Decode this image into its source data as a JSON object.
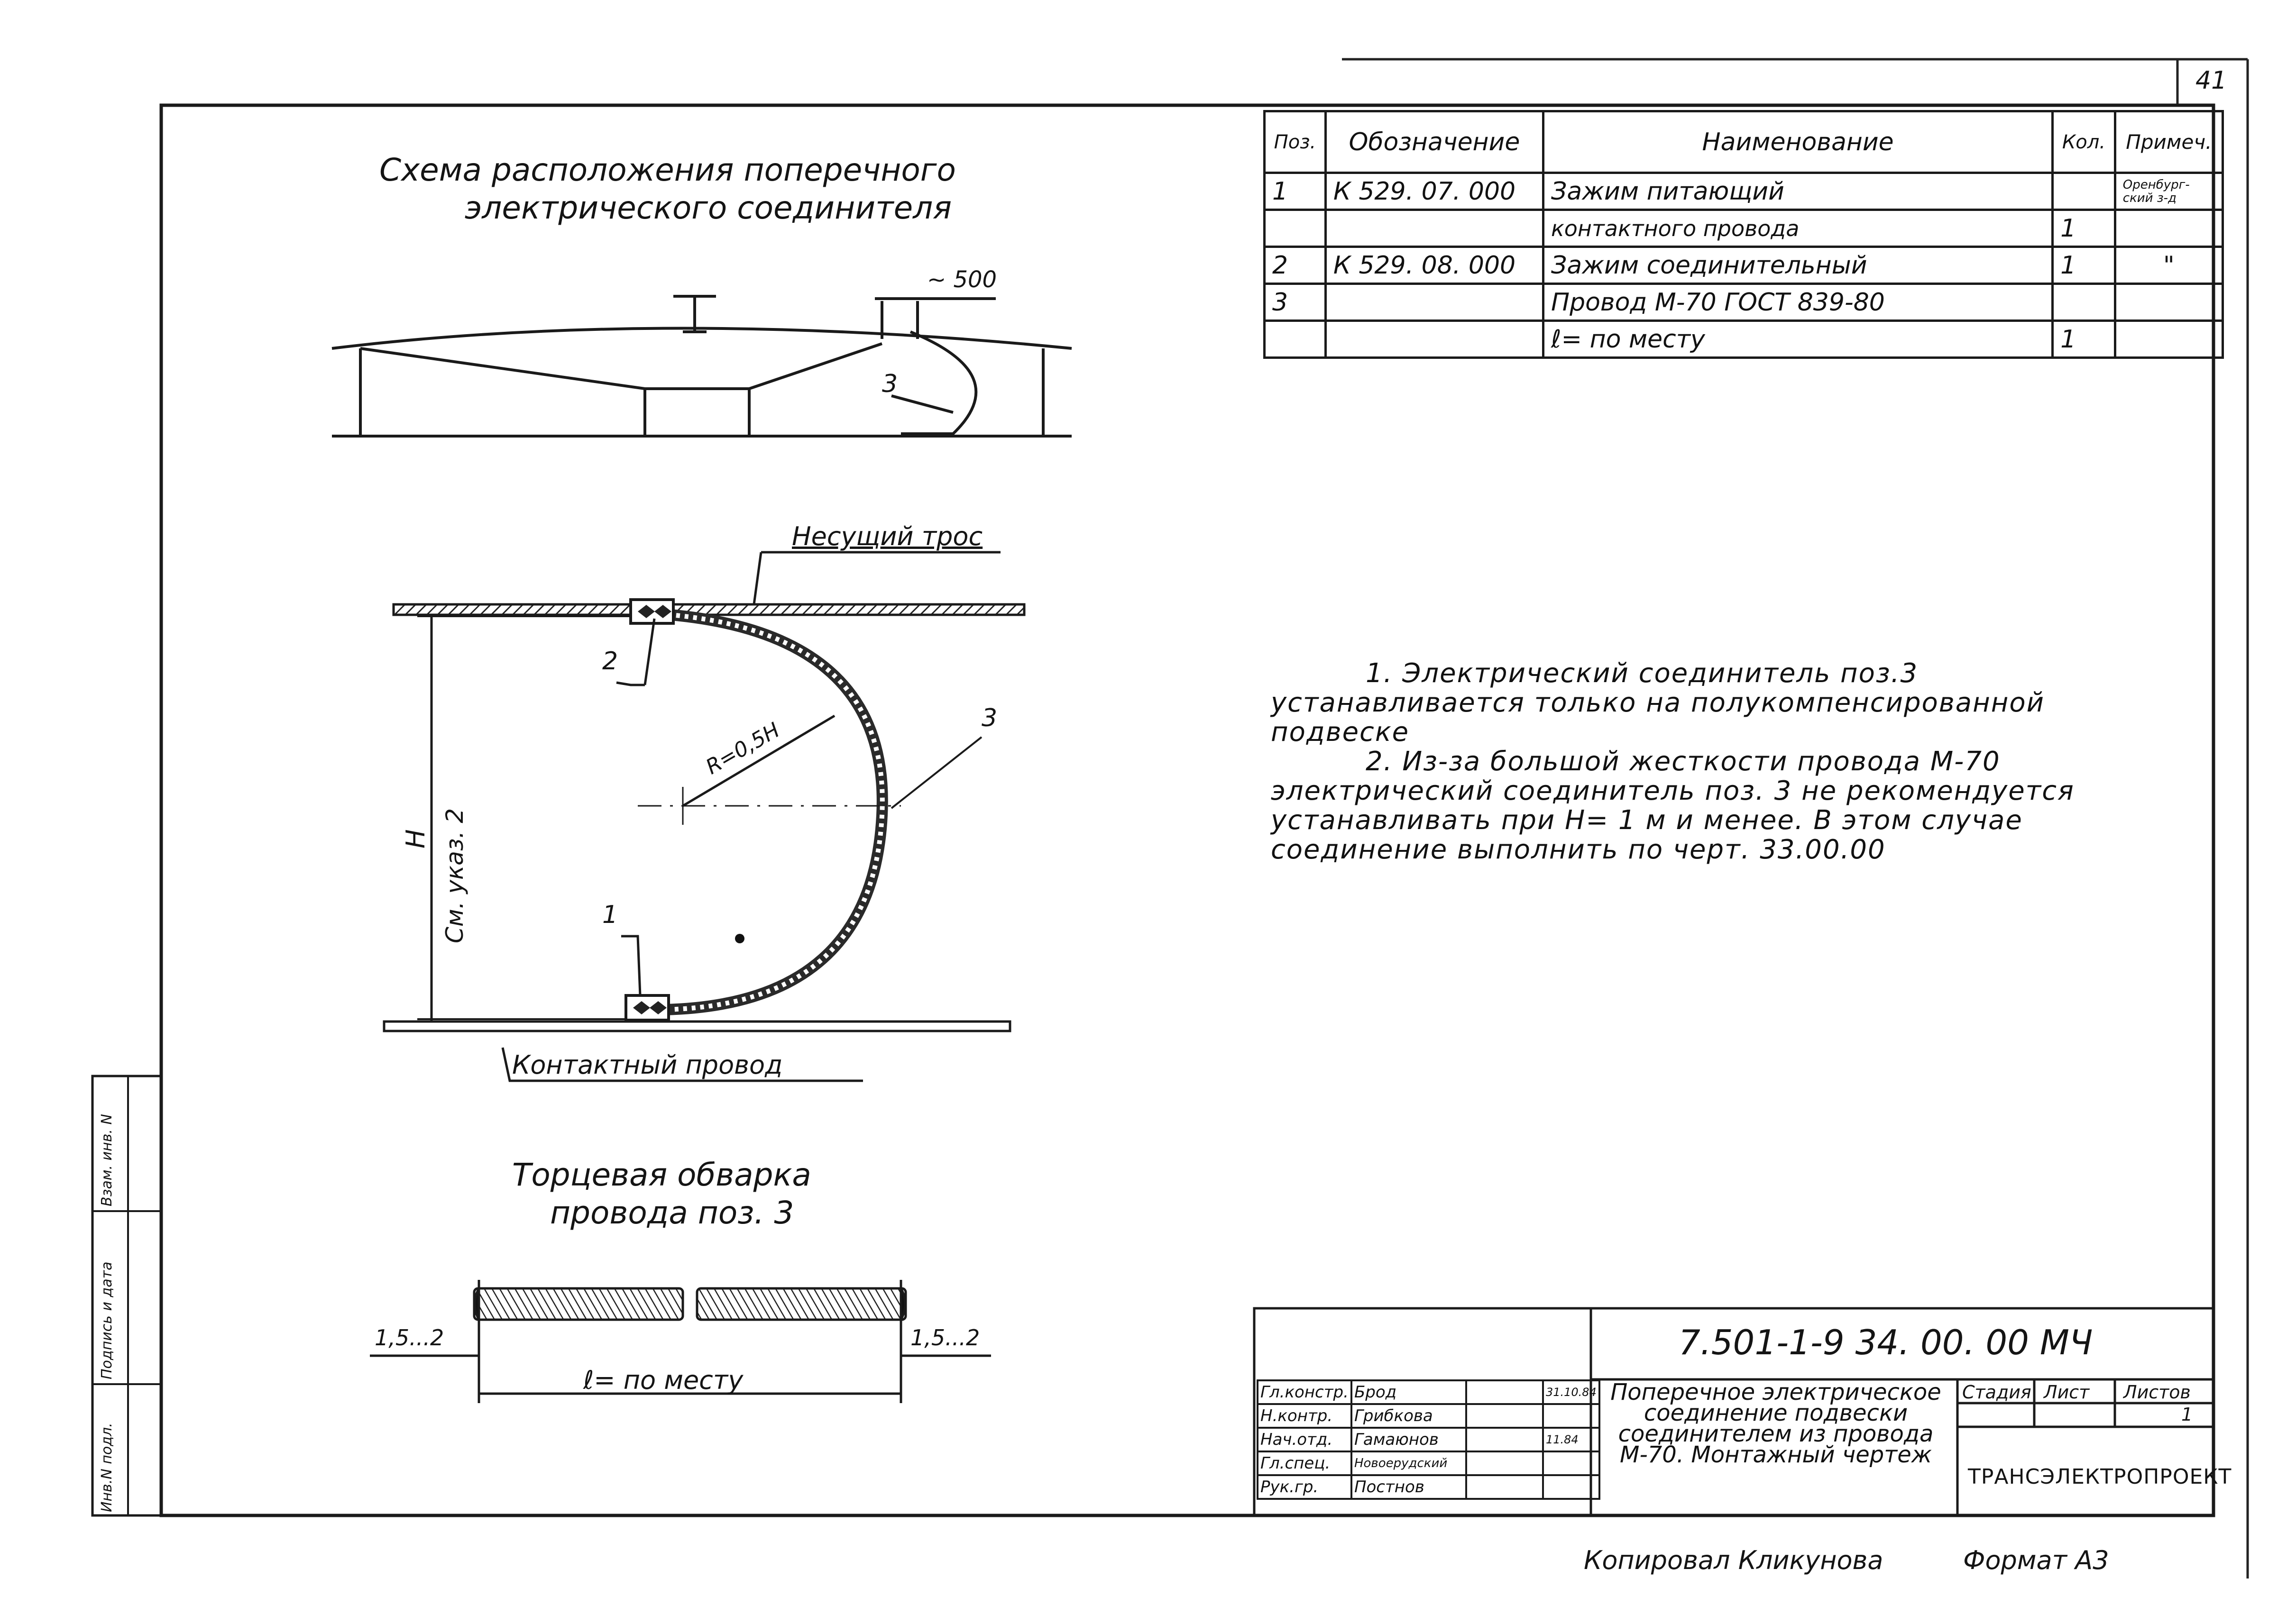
{
  "page_number": "41",
  "title": {
    "line1": "Схема расположения поперечного",
    "line2": "электрического соединителя"
  },
  "scheme": {
    "dim_label": "~ 500",
    "pos_label": "3"
  },
  "detail": {
    "cable_label": "Несущий трос",
    "wire_label": "Контактный провод",
    "radius_label": "R=0,5H",
    "h_label": "H",
    "see_label": "См. указ. 2",
    "pos1": "1",
    "pos2": "2",
    "pos3": "3"
  },
  "end_section": {
    "title_line1": "Торцевая обварка",
    "title_line2": "провода поз. 3",
    "left_dim": "1,5...2",
    "right_dim": "1,5...2",
    "length_label": "ℓ= по месту"
  },
  "spec_table": {
    "headers": [
      "Поз.",
      "Обозначение",
      "Наименование",
      "Кол.",
      "Примеч."
    ],
    "rows": [
      [
        "1",
        "К 529. 07. 000",
        "Зажим питающий",
        "",
        "Оренбург-ский з-д"
      ],
      [
        "",
        "",
        "контактного провода",
        "1",
        ""
      ],
      [
        "2",
        "К 529. 08. 000",
        "Зажим соединительный",
        "1",
        "\""
      ],
      [
        "3",
        "",
        "Провод М-70   ГОСТ 839-80",
        "",
        ""
      ],
      [
        "",
        "",
        "ℓ= по месту",
        "1",
        ""
      ]
    ]
  },
  "notes": [
    "1. Электрический соединитель поз.3 устанавливается только на полукомпенсированной подвеске",
    "2. Из-за большой жесткости провода М-70 электрический соединитель поз. 3 не рекомендуется устанавливать при H= 1 м и менее. В этом случае соединение выполнить по черт. 33.00.00"
  ],
  "stamp": {
    "code": "7.501-1-9     34. 00. 00 МЧ",
    "rows": [
      {
        "role": "Гл.констр.",
        "name": "Брод",
        "date": "31.10.84"
      },
      {
        "role": "Н.контр.",
        "name": "Грибкова",
        "date": ""
      },
      {
        "role": "Нач.отд.",
        "name": "Гамаюнов",
        "date": "11.84"
      },
      {
        "role": "Гл.спец.",
        "name": "Новоерудский",
        "date": ""
      },
      {
        "role": "Рук.гр.",
        "name": "Постнов",
        "date": ""
      }
    ],
    "description": "Поперечное электрическое соединение подвески соединителем из провода М-70. Монтажный чертеж",
    "stage_label": "Стадия",
    "sheet_label": "Лист",
    "sheets_label": "Листов",
    "sheets_value": "1",
    "org": "ТРАНСЭЛЕКТРОПРОЕКТ"
  },
  "side_labels": [
    "Инв.N подл.",
    "Подпись и дата",
    "Взам. инв. N"
  ],
  "footer": {
    "copied": "Копировал Кликунова",
    "format": "Формат А3"
  }
}
